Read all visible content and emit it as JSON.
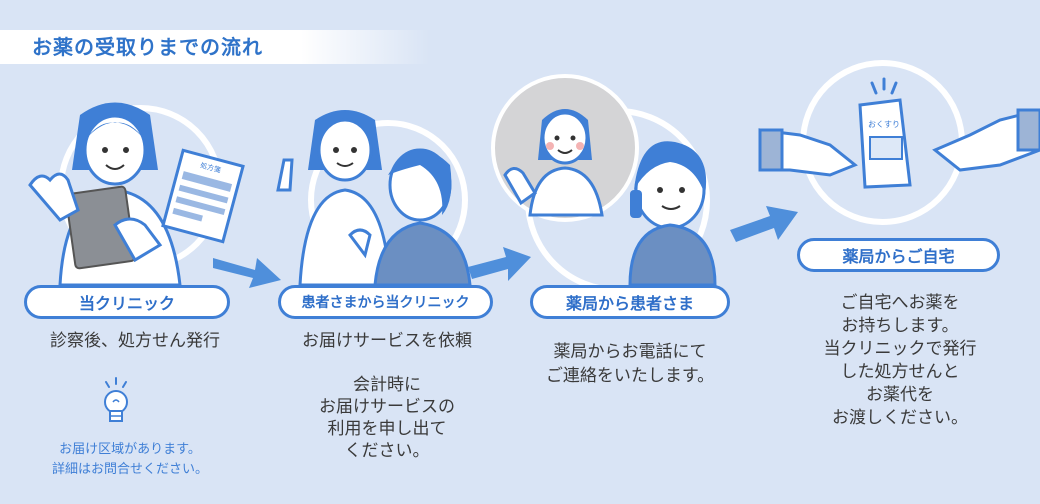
{
  "title": "お薬の受取りまでの流れ",
  "steps": [
    {
      "label": "当クリニック",
      "desc": "診察後、処方せん発行"
    },
    {
      "label": "患者さまから当クリニック",
      "desc": "お届けサービスを依頼",
      "detail": [
        "会計時に",
        "お届けサービスの",
        "利用を申し出て",
        "ください。"
      ]
    },
    {
      "label": "薬局から患者さま",
      "desc": [
        "薬局からお電話にて",
        "ご連絡をいたします。"
      ]
    },
    {
      "label": "薬局からご自宅",
      "desc": [
        "ご自宅へお薬を",
        "お持ちします。",
        "当クリニックで発行",
        "した処方せんと",
        "お薬代を",
        "お渡しください。"
      ]
    }
  ],
  "note": [
    "お届け区域があります。",
    "詳細はお問合せください。"
  ],
  "prescription_text": "処方箋",
  "medicine_bag_text": "おくすり",
  "colors": {
    "background": "#d9e4f5",
    "accent": "#3f7fd6",
    "arrow": "#4f8fdb"
  }
}
